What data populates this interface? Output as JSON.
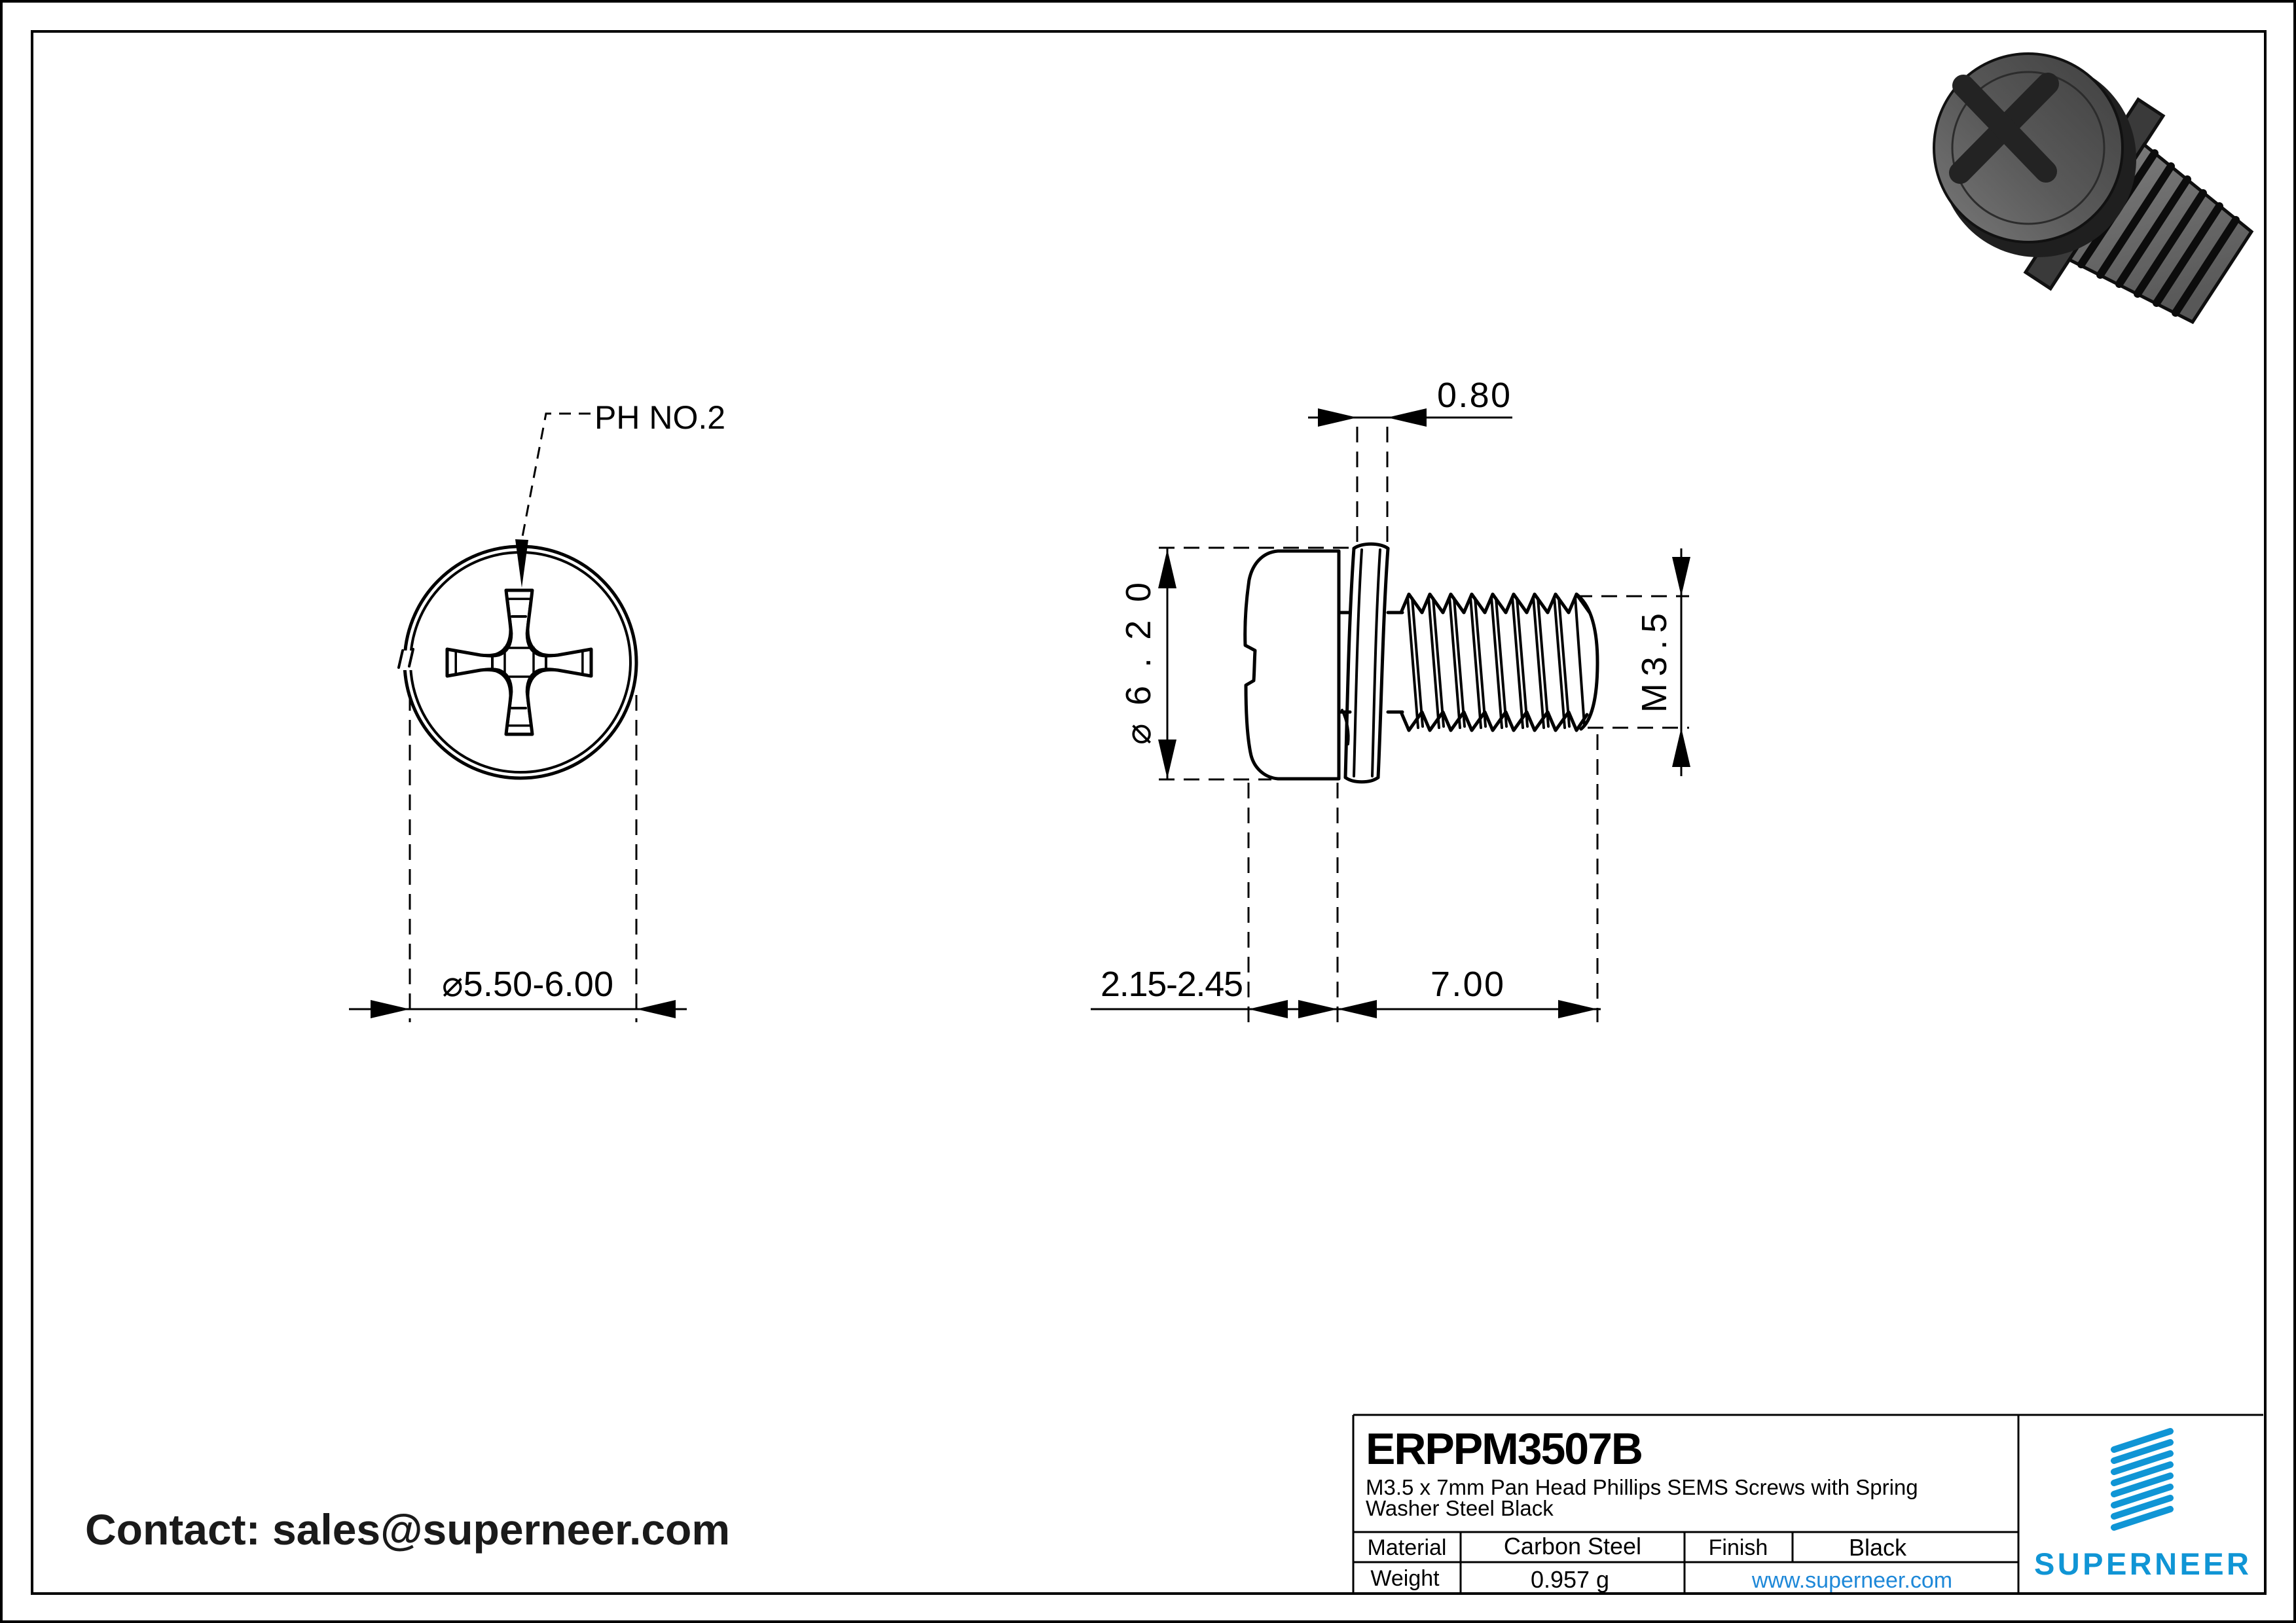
{
  "drawing": {
    "top_view": {
      "recess_label": "PH NO.2",
      "head_diameter": "⌀5.50-6.00"
    },
    "side_view": {
      "washer_thickness": "0.80",
      "head_diameter": "⌀6.20",
      "thread_spec": "M3.5",
      "head_height": "2.15-2.45",
      "thread_length": "7.00"
    }
  },
  "contact": {
    "text": "Contact: sales@superneer.com"
  },
  "title_block": {
    "part_number": "ERPPM3507B",
    "description_line1": "M3.5 x 7mm Pan Head Phillips SEMS Screws with Spring",
    "description_line2": "Washer Steel Black",
    "material": {
      "label": "Material",
      "value": "Carbon Steel"
    },
    "finish": {
      "label": "Finish",
      "value": "Black"
    },
    "weight": {
      "label": "Weight",
      "value": "0.957 g"
    },
    "website": "www.superneer.com",
    "brand": "SUPERNEER"
  },
  "colors": {
    "accent_blue": "#1095d5",
    "link_blue": "#1e88d8",
    "line_color": "#000000"
  }
}
